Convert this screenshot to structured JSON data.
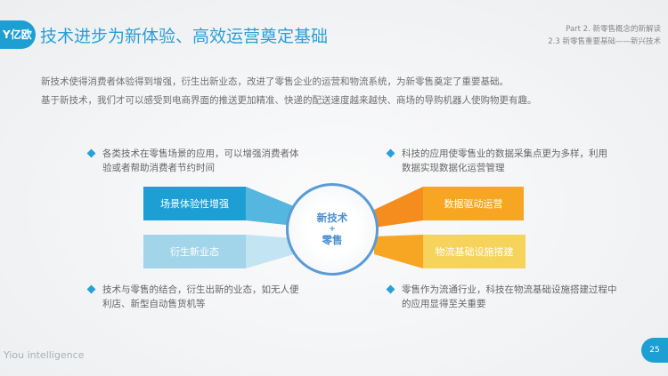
{
  "header": {
    "logo": "亿欧",
    "title": "技术进步为新体验、高效运营奠定基础",
    "crumb_part": "Part 2. 新零售概念的新解读",
    "crumb_section": "2.3 新零售重要基础——新兴技术"
  },
  "intro": [
    "新技术使得消费者体验得到增强，衍生出新业态，改进了零售企业的运营和物流系统，为新零售奠定了重要基础。",
    "基于新技术，我们才可以感受到电商界面的推送更加精准、快递的配送速度越来越快、商场的导购机器人使购物更有趣。"
  ],
  "bullets": {
    "top_left": "各类技术在零售场景的应用，可以增强消费者体验或者帮助消费者节约时间",
    "top_right": "科技的应用使零售业的数据采集点更为多样，利用数据实现数据化运营管理",
    "bottom_left": "技术与零售的结合，衍生出新的业态，如无人便利店、新型自动售货机等",
    "bottom_right": "零售作为流通行业，科技在物流基础设施搭建过程中的应用显得至关重要"
  },
  "boxes": {
    "left1": "场景体验性增强",
    "left2": "衍生新业态",
    "right1": "数据驱动运营",
    "right2": "物流基础设施搭建"
  },
  "center": {
    "line1": "新技术",
    "plus": "+",
    "line2": "零售"
  },
  "footer": {
    "brand": "Yiou intelligence",
    "page": "25"
  },
  "colors": {
    "blue": "#1e9fd4",
    "light_blue": "#a3d5ea",
    "orange": "#f6a623",
    "yellow": "#f6d35a"
  }
}
